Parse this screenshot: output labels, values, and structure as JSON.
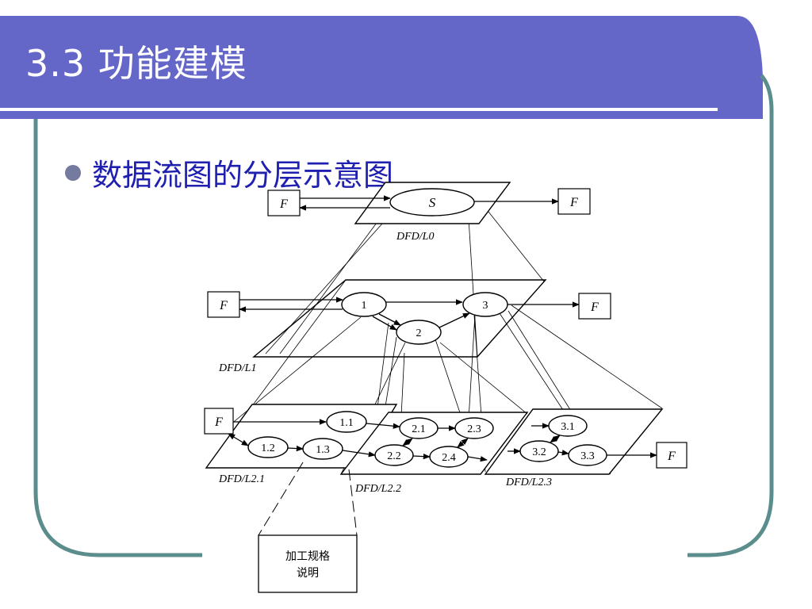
{
  "slide": {
    "title": "3.3 功能建模",
    "bullet": "数据流图的分层示意图",
    "colors": {
      "banner": "#6466c8",
      "frame": "#5c8d8d",
      "bullet_text": "#1f1fb0",
      "bullet_dot": "#757b9e"
    }
  },
  "diagram": {
    "level0": {
      "label": "DFD/L0",
      "process": "S",
      "source": "F",
      "sink": "F"
    },
    "level1": {
      "label": "DFD/L1",
      "processes": [
        "1",
        "2",
        "3"
      ],
      "source": "F",
      "sink": "F"
    },
    "level2_1": {
      "label": "DFD/L2.1",
      "processes": [
        "1.1",
        "1.2",
        "1.3"
      ],
      "source": "F"
    },
    "level2_2": {
      "label": "DFD/L2.2",
      "processes": [
        "2.1",
        "2.2",
        "2.3",
        "2.4"
      ]
    },
    "level2_3": {
      "label": "DFD/L2.3",
      "processes": [
        "3.1",
        "3.2",
        "3.3"
      ],
      "sink": "F"
    },
    "spec_box": {
      "line1": "加工规格",
      "line2": "说明"
    }
  }
}
